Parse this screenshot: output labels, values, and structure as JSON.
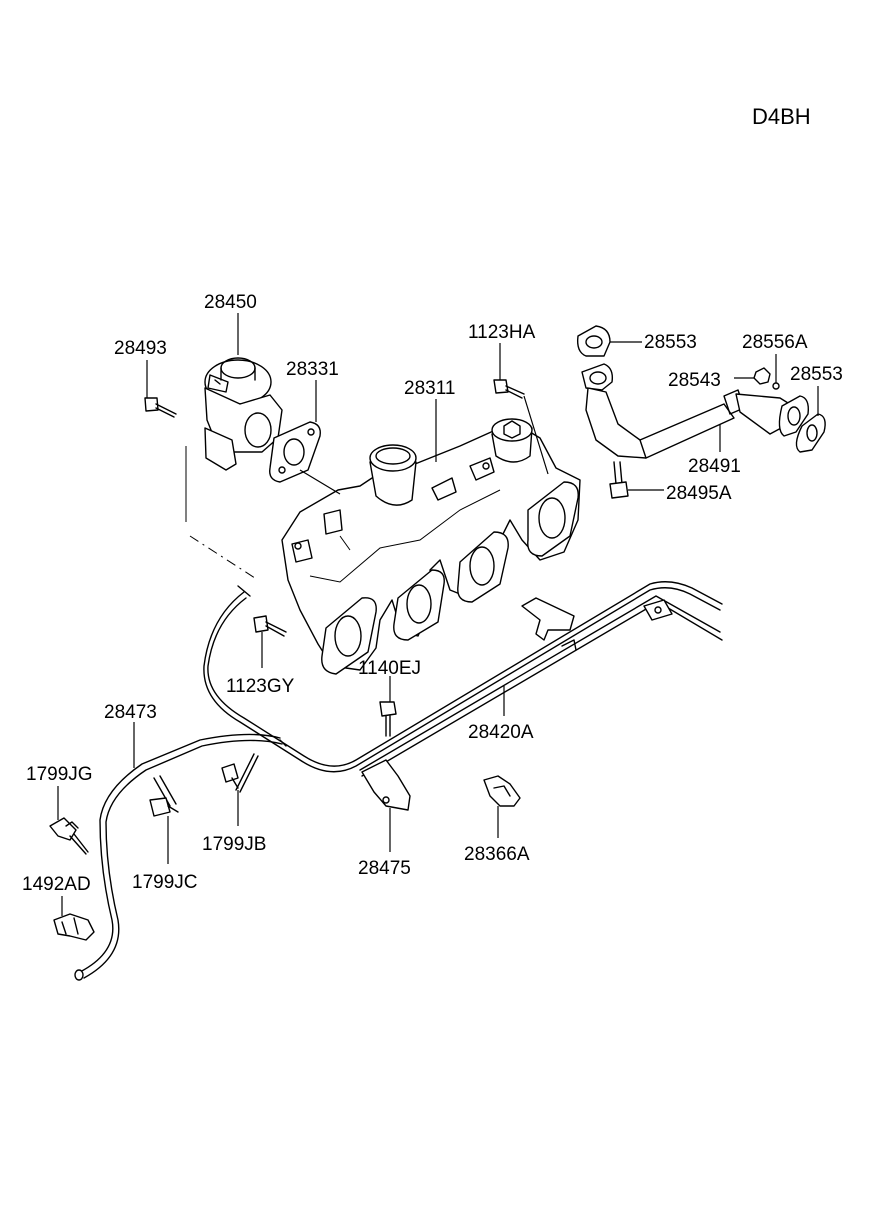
{
  "engine_code": "D4BH",
  "colors": {
    "line": "#000000",
    "background": "#ffffff"
  },
  "labels": {
    "p28450": "28450",
    "p28493": "28493",
    "p28331": "28331",
    "p28311": "28311",
    "p1123HA": "1123HA",
    "p28553_top": "28553",
    "p28556A": "28556A",
    "p28543": "28543",
    "p28553_right": "28553",
    "p28491": "28491",
    "p28495A": "28495A",
    "p1123GY": "1123GY",
    "p1140EJ": "1140EJ",
    "p28420A": "28420A",
    "p28473": "28473",
    "p1799JG": "1799JG",
    "p1799JB": "1799JB",
    "p1799JC": "1799JC",
    "p1492AD": "1492AD",
    "p28475": "28475",
    "p28366A": "28366A"
  }
}
